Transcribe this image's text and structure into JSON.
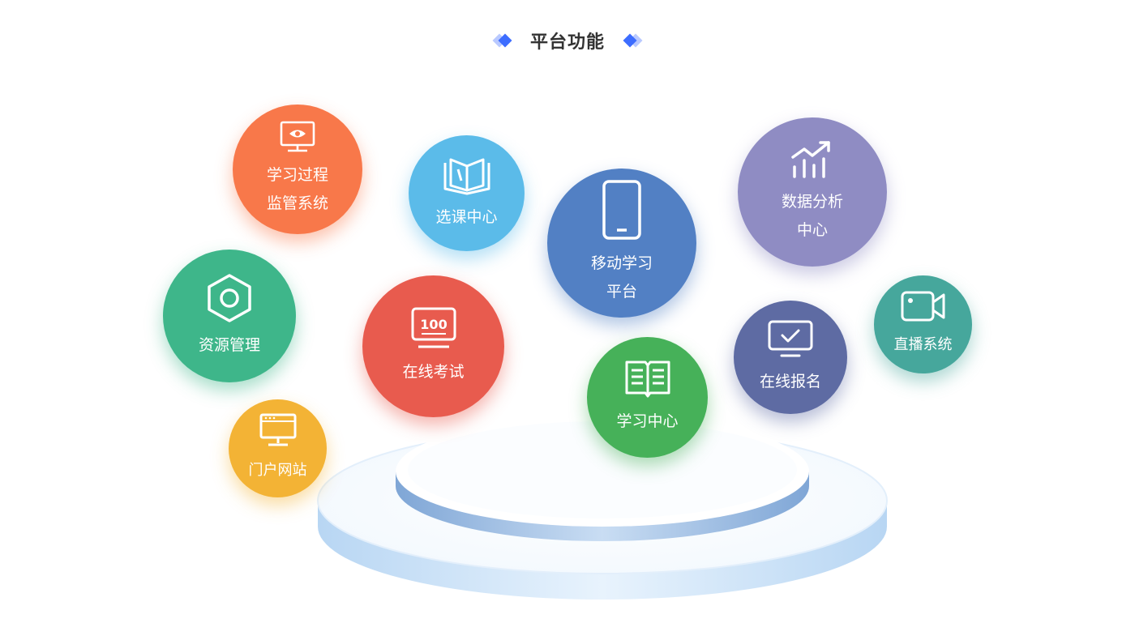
{
  "section": {
    "title": "平台功能"
  },
  "features": {
    "monitor": {
      "line1": "学习过程",
      "line2": "监管系统",
      "icon": "monitor-eye-icon"
    },
    "course": {
      "line1": "选课中心",
      "icon": "open-book-icon"
    },
    "mobile": {
      "line1": "移动学习",
      "line2": "平台",
      "icon": "smartphone-icon"
    },
    "data": {
      "line1": "数据分析",
      "line2": "中心",
      "icon": "chart-trend-icon"
    },
    "resource": {
      "line1": "资源管理",
      "icon": "hexagon-nut-icon"
    },
    "exam": {
      "line1": "在线考试",
      "icon": "score-100-icon"
    },
    "study": {
      "line1": "学习中心",
      "icon": "book-text-icon"
    },
    "register": {
      "line1": "在线报名",
      "icon": "monitor-check-icon"
    },
    "live": {
      "line1": "直播系统",
      "icon": "video-camera-icon"
    },
    "portal": {
      "line1": "门户网站",
      "icon": "browser-window-icon"
    }
  },
  "colors": {
    "monitor": "#f8784a",
    "course": "#5bbbe9",
    "mobile": "#5280c4",
    "data": "#8f8cc3",
    "resource": "#3eb68a",
    "exam": "#e85b4e",
    "study": "#46b159",
    "register": "#5e6ba3",
    "live": "#46a79c",
    "portal": "#f3b335",
    "accent": "#3d6dff"
  }
}
